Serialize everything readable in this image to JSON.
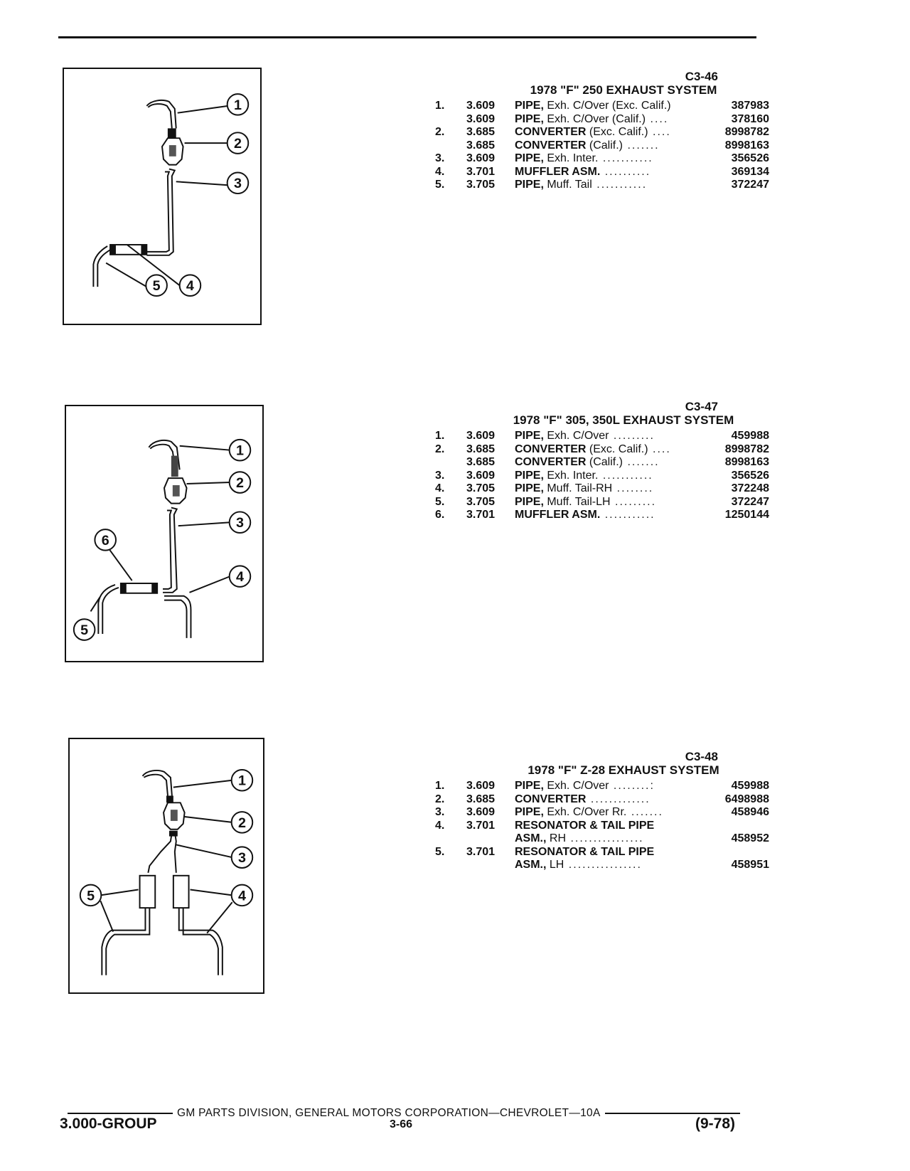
{
  "sections": [
    {
      "code": "C3-46",
      "title": "1978 \"F\" 250 EXHAUST SYSTEM",
      "rows": [
        {
          "num": "1.",
          "group": "3.609",
          "name": "PIPE,",
          "detail": " Exh. C/Over (Exc. Calif.)",
          "dots": "",
          "part": "387983"
        },
        {
          "num": "",
          "group": "3.609",
          "name": "PIPE,",
          "detail": " Exh. C/Over (Calif.)",
          "dots": " ....",
          "part": "378160"
        },
        {
          "num": "2.",
          "group": "3.685",
          "name": "CONVERTER",
          "detail": " (Exc. Calif.)",
          "dots": " ....",
          "part": "8998782"
        },
        {
          "num": "",
          "group": "3.685",
          "name": "CONVERTER",
          "detail": " (Calif.)",
          "dots": " .......",
          "part": "8998163"
        },
        {
          "num": "3.",
          "group": "3.609",
          "name": "PIPE,",
          "detail": " Exh. Inter.",
          "dots": " ...........",
          "part": "356526"
        },
        {
          "num": "4.",
          "group": "3.701",
          "name": "MUFFLER ASM.",
          "detail": "",
          "dots": " ..........",
          "part": "369134"
        },
        {
          "num": "5.",
          "group": "3.705",
          "name": "PIPE,",
          "detail": " Muff. Tail",
          "dots": " ...........",
          "part": "372247"
        }
      ],
      "callouts": [
        "1",
        "2",
        "3",
        "5",
        "4"
      ]
    },
    {
      "code": "C3-47",
      "title": "1978 \"F\" 305, 350L EXHAUST SYSTEM",
      "rows": [
        {
          "num": "1.",
          "group": "3.609",
          "name": "PIPE,",
          "detail": " Exh. C/Over",
          "dots": " .........",
          "part": "459988"
        },
        {
          "num": "2.",
          "group": "3.685",
          "name": "CONVERTER",
          "detail": " (Exc. Calif.)",
          "dots": " ....",
          "part": "8998782"
        },
        {
          "num": "",
          "group": "3.685",
          "name": "CONVERTER",
          "detail": " (Calif.)",
          "dots": " .......",
          "part": "8998163"
        },
        {
          "num": "3.",
          "group": "3.609",
          "name": "PIPE,",
          "detail": " Exh. Inter.",
          "dots": " ...........",
          "part": "356526"
        },
        {
          "num": "4.",
          "group": "3.705",
          "name": "PIPE,",
          "detail": " Muff. Tail-RH",
          "dots": " ........",
          "part": "372248"
        },
        {
          "num": "5.",
          "group": "3.705",
          "name": "PIPE,",
          "detail": " Muff. Tail-LH",
          "dots": " .........",
          "part": "372247"
        },
        {
          "num": "6.",
          "group": "3.701",
          "name": "MUFFLER ASM.",
          "detail": "",
          "dots": " ...........",
          "part": "1250144"
        }
      ],
      "callouts": [
        "1",
        "2",
        "3",
        "6",
        "4",
        "5"
      ]
    },
    {
      "code": "C3-48",
      "title": "1978 \"F\" Z-28 EXHAUST SYSTEM",
      "rows": [
        {
          "num": "1.",
          "group": "3.609",
          "name": "PIPE,",
          "detail": " Exh. C/Over",
          "dots": " ........:",
          "part": "459988"
        },
        {
          "num": "2.",
          "group": "3.685",
          "name": "CONVERTER",
          "detail": "",
          "dots": " .............",
          "part": "6498988"
        },
        {
          "num": "3.",
          "group": "3.609",
          "name": "PIPE,",
          "detail": " Exh. C/Over Rr.",
          "dots": " .......",
          "part": "458946"
        },
        {
          "num": "4.",
          "group": "3.701",
          "name": "RESONATOR & TAIL PIPE",
          "detail": "",
          "dots": "",
          "part": ""
        },
        {
          "num": "",
          "group": "",
          "name": "ASM.,",
          "detail": " RH",
          "dots": " ................",
          "part": "458952"
        },
        {
          "num": "5.",
          "group": "3.701",
          "name": "RESONATOR & TAIL PIPE",
          "detail": "",
          "dots": "",
          "part": ""
        },
        {
          "num": "",
          "group": "",
          "name": "ASM.,",
          "detail": " LH",
          "dots": " ................",
          "part": "458951"
        }
      ],
      "callouts": [
        "1",
        "2",
        "3",
        "5",
        "4"
      ]
    }
  ],
  "footer": {
    "line_text": "GM PARTS DIVISION, GENERAL MOTORS CORPORATION—CHEVROLET—10A",
    "group": "3.000-GROUP",
    "page": "3-66",
    "date": "(9-78)"
  }
}
